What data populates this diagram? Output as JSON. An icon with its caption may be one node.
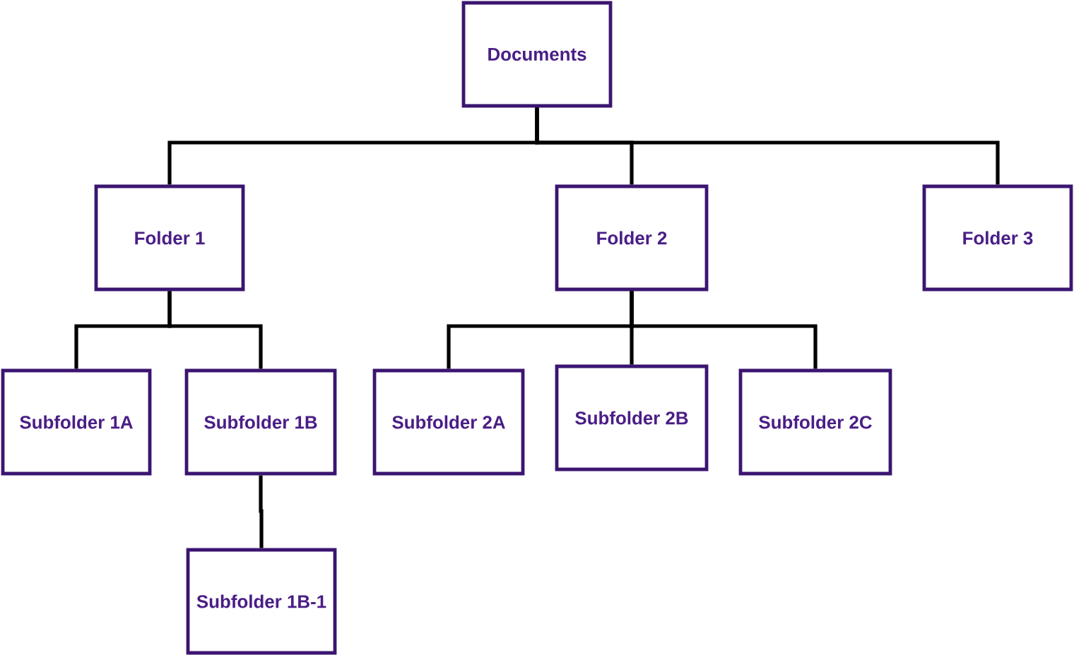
{
  "diagram": {
    "nodes": [
      {
        "text": [
          "Documents"
        ]
      },
      {
        "text": [
          "Folder 1"
        ]
      },
      {
        "text": [
          "Folder 2"
        ]
      },
      {
        "text": [
          "Folder 3"
        ]
      },
      {
        "text": [
          "Subfolder 1A"
        ]
      },
      {
        "text": [
          "Subfolder 1B"
        ]
      },
      {
        "text": [
          "Subfolder 2A"
        ]
      },
      {
        "text": [
          "Subfolder 2B"
        ]
      },
      {
        "text": [
          "Subfolder 2C"
        ]
      },
      {
        "text": [
          "Subfolder 1B-1"
        ]
      }
    ],
    "edges": [
      {
        "from": 0,
        "to": 1,
        "arrow": "none"
      },
      {
        "from": 0,
        "to": 2,
        "arrow": "none"
      },
      {
        "from": 0,
        "to": 3,
        "arrow": "none"
      },
      {
        "from": 1,
        "to": 4,
        "arrow": "none"
      },
      {
        "from": 1,
        "to": 5,
        "arrow": "none"
      },
      {
        "from": 2,
        "to": 6,
        "arrow": "none"
      },
      {
        "from": 2,
        "to": 7,
        "arrow": "none"
      },
      {
        "from": 2,
        "to": 8,
        "arrow": "none"
      },
      {
        "from": 5,
        "to": 9,
        "arrow": "none"
      }
    ]
  }
}
